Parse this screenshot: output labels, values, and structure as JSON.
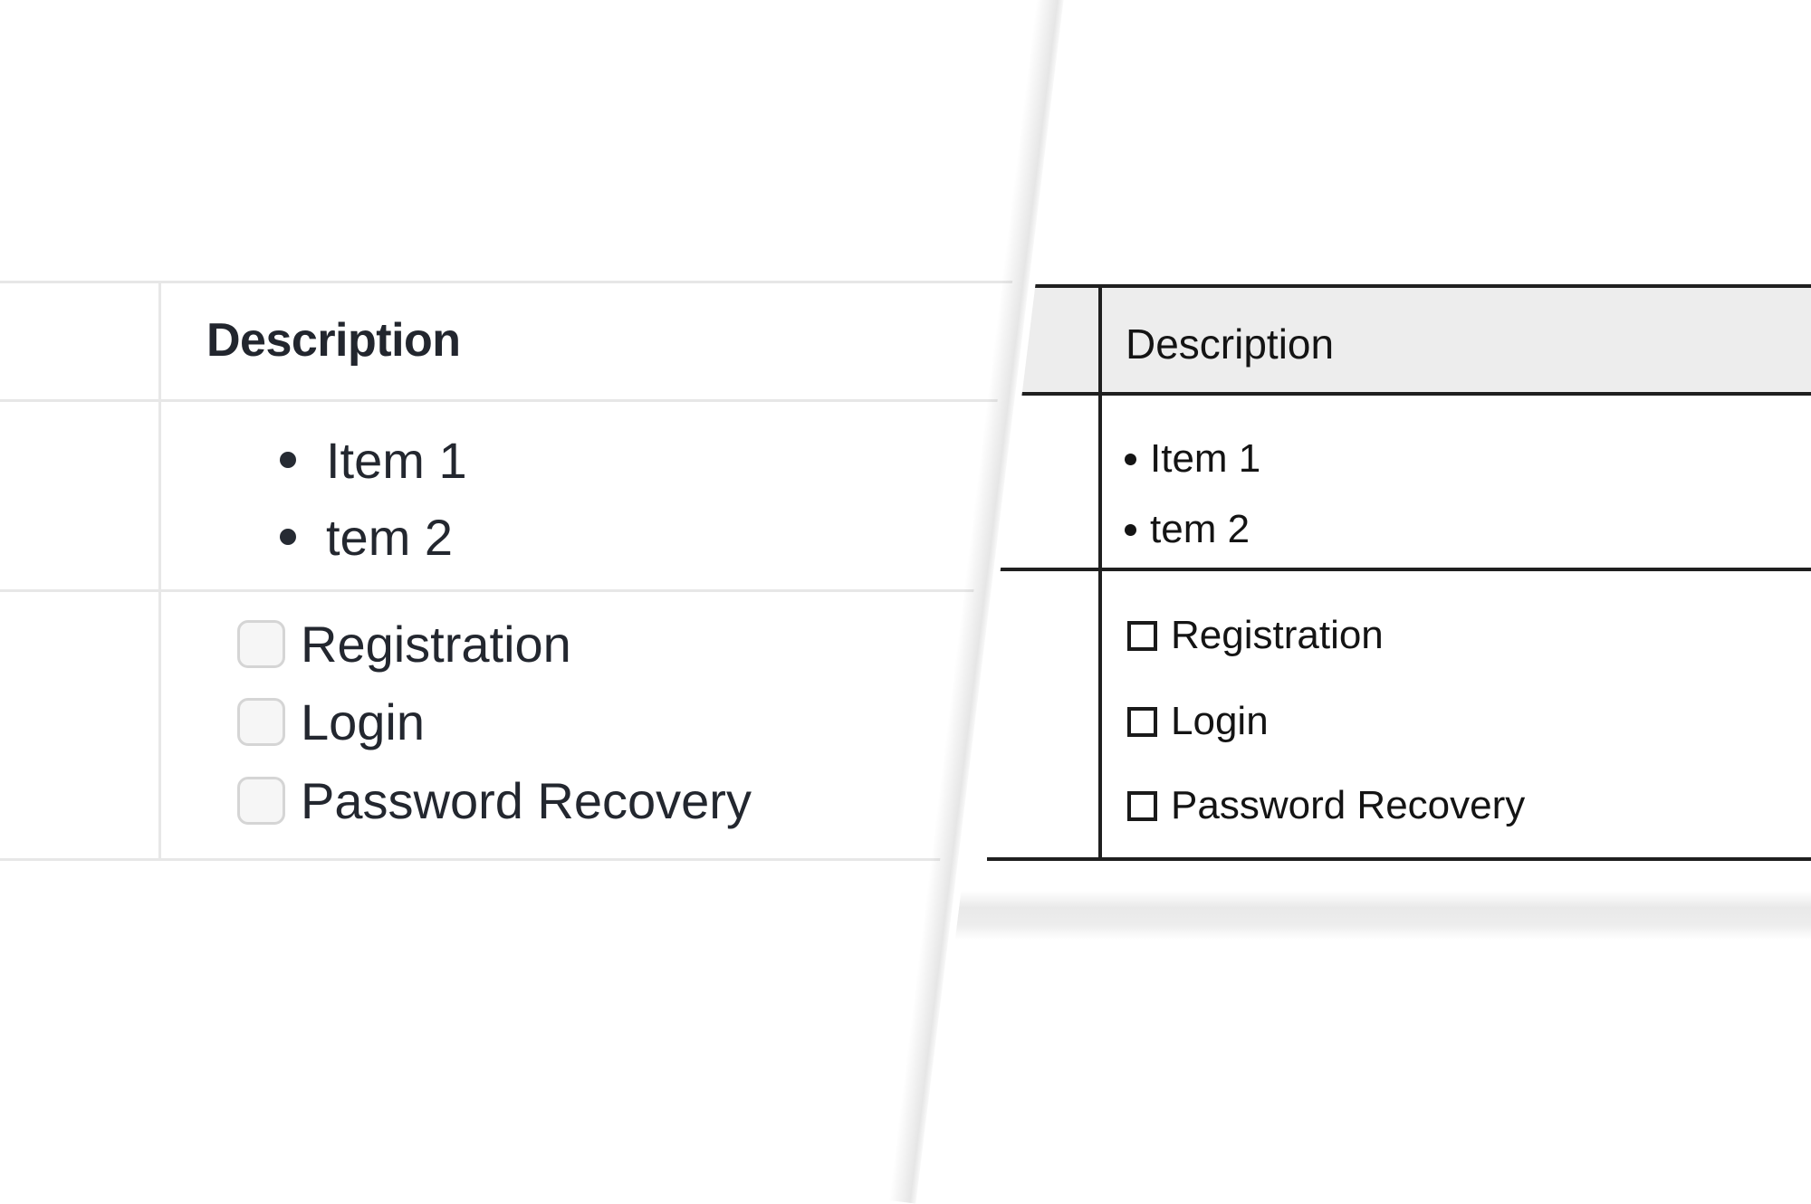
{
  "left_table": {
    "header": "Description",
    "bullet_items": [
      "Item 1",
      "tem 2"
    ],
    "checklist_items": [
      {
        "label": "Registration",
        "checked": false
      },
      {
        "label": "Login",
        "checked": false
      },
      {
        "label": "Password Recovery",
        "checked": false
      }
    ]
  },
  "right_table": {
    "header": "Description",
    "bullet_glyph": "•",
    "checkbox_glyph": "☐",
    "bullet_items": [
      "Item 1",
      "tem 2"
    ],
    "checklist_items": [
      "Registration",
      "Login",
      "Password Recovery"
    ]
  },
  "colors": {
    "page_bg": "#ffffff",
    "left_border": "#e7e7e7",
    "left_text": "#23272f",
    "left_checkbox_border": "#d5d5d5",
    "left_checkbox_fill": "#f6f6f6",
    "right_border": "#1f1f1f",
    "right_header_bg": "#ededed",
    "right_text": "#141414"
  }
}
